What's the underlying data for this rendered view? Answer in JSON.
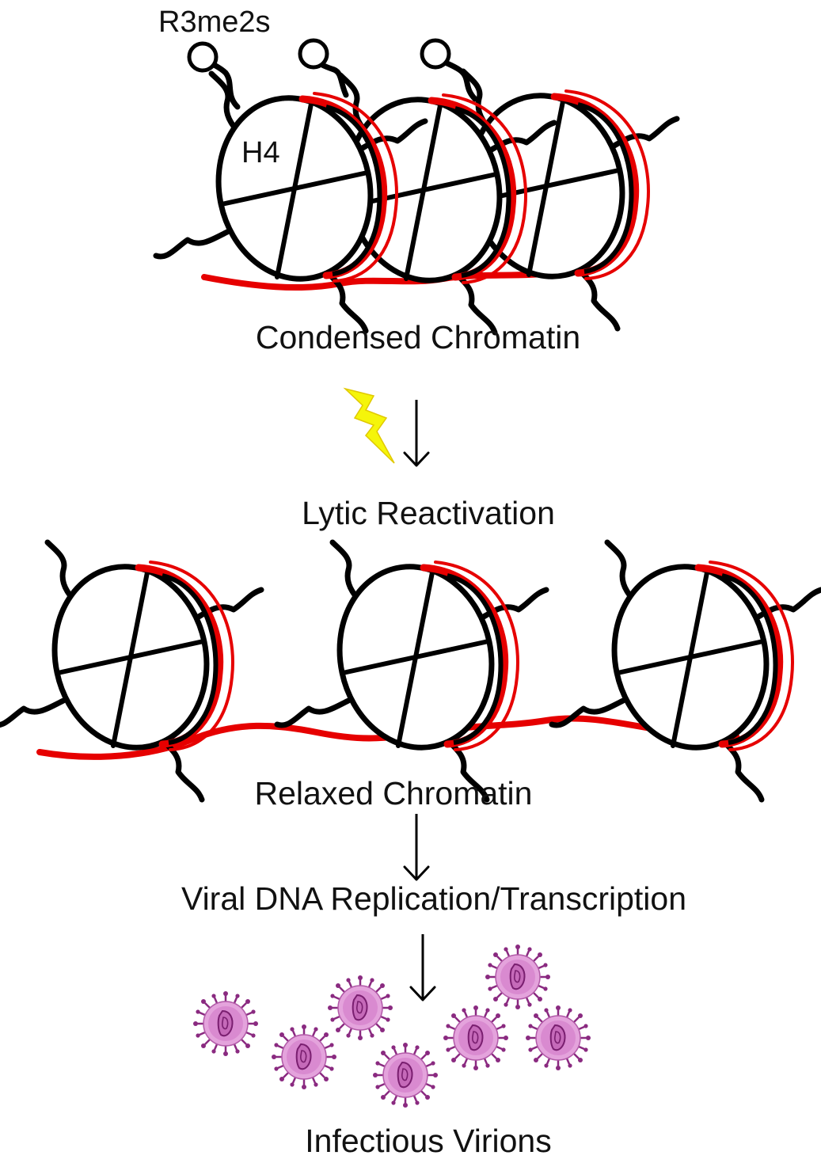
{
  "labels": {
    "modification": "R3me2s",
    "histone": "H4",
    "condensed": "Condensed Chromatin",
    "reactivation": "Lytic Reactivation",
    "relaxed": "Relaxed Chromatin",
    "replication": "Viral DNA Replication/Transcription",
    "virions": "Infectious Virions"
  },
  "colors": {
    "dna": "#e60000",
    "outline": "#000000",
    "bolt": "#f5f50a",
    "virion_fill": "#d98ad0",
    "virion_stroke": "#8a2a80"
  },
  "icons": {
    "trigger": "lightning-bolt-icon",
    "flow": "down-arrow-icon",
    "virion": "virus-particle-icon"
  }
}
